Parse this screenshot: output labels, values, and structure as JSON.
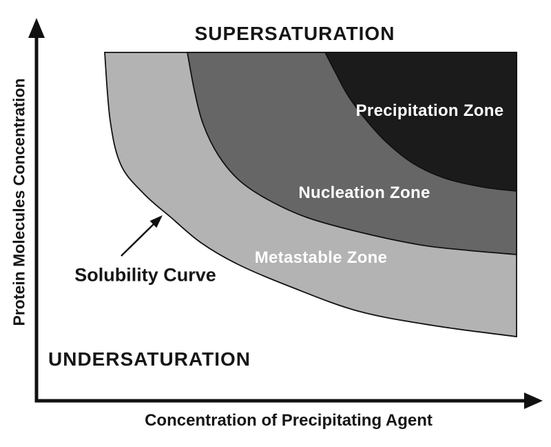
{
  "diagram": {
    "title": "SUPERSATURATION",
    "undersaturation_label": "UNDERSATURATION",
    "axes": {
      "x_label": "Concentration of Precipitating Agent",
      "y_label": "Protein Molecules Concentration"
    },
    "solubility_curve_label": "Solubility Curve",
    "zones": [
      {
        "id": "metastable",
        "label": "Metastable Zone",
        "color": "#b3b3b3",
        "text_color": "#ffffff"
      },
      {
        "id": "nucleation",
        "label": "Nucleation Zone",
        "color": "#666666",
        "text_color": "#ffffff"
      },
      {
        "id": "precipitation",
        "label": "Precipitation Zone",
        "color": "#1b1b1b",
        "text_color": "#ffffff"
      }
    ],
    "colors": {
      "ink": "#161616",
      "background": "#ffffff"
    }
  }
}
